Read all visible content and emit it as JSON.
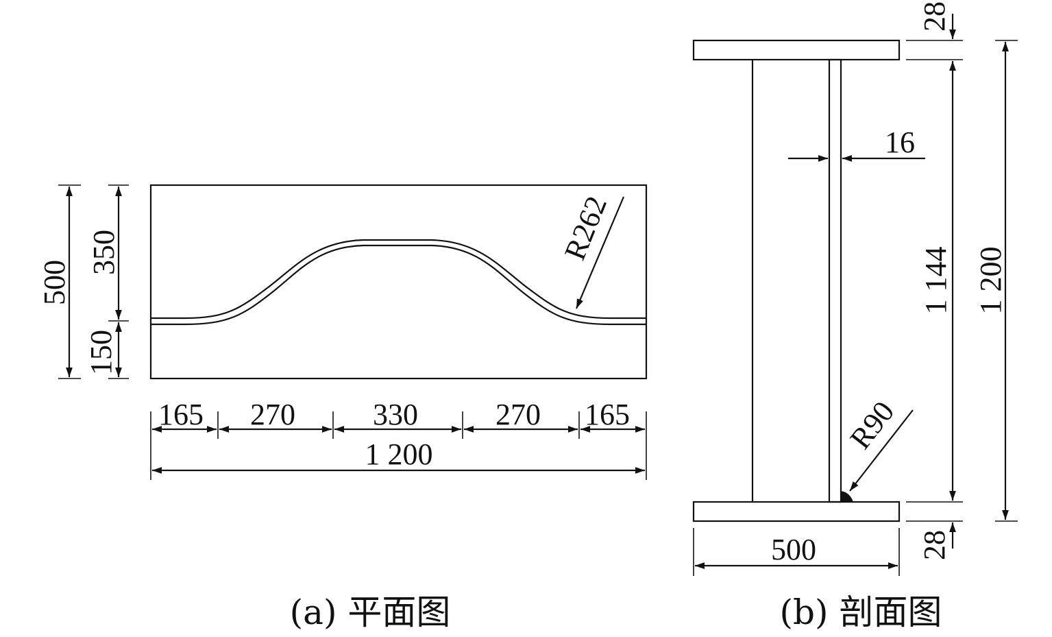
{
  "plan": {
    "caption": "(a) 平面图",
    "height_total": "500",
    "height_upper": "350",
    "height_lower": "150",
    "radius_label": "R262",
    "segments": [
      "165",
      "270",
      "330",
      "270",
      "165"
    ],
    "length_total": "1 200"
  },
  "section": {
    "caption": "(b) 剖面图",
    "flange_top": "28",
    "flange_bottom": "28",
    "web_thickness": "16",
    "web_height": "1 144",
    "total_height": "1 200",
    "flange_width": "500",
    "radius_label": "R90"
  }
}
